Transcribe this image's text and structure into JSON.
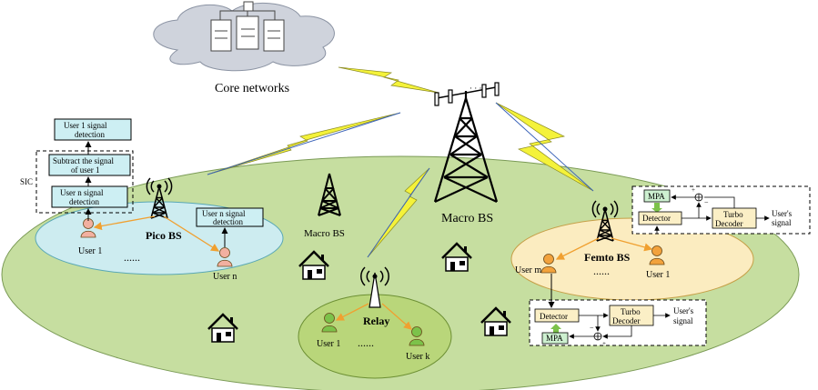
{
  "labels": {
    "core_networks": "Core networks",
    "macro_bs_main": "Macro BS",
    "macro_bs_small": "Macro BS",
    "pico_bs": "Pico BS",
    "femto_bs": "Femto BS",
    "relay": "Relay",
    "sic": "SIC",
    "pico_user_1": "User 1",
    "pico_user_n": "User n",
    "relay_user_1": "User 1",
    "relay_user_k": "User k",
    "femto_user_m": "User m",
    "femto_user_1": "User 1",
    "dots": "......",
    "antenna_dots": "· · ·"
  },
  "sic_boxes": {
    "user1_detect_l1": "User 1 signal",
    "user1_detect_l2": "detection",
    "subtract_l1": "Subtract the signal",
    "subtract_l2": "of user 1",
    "usern_detect_l1": "User n signal",
    "usern_detect_l2": "detection",
    "pico_usern_l1": "User n signal",
    "pico_usern_l2": "detection"
  },
  "receiver_top": {
    "mpa": "MPA",
    "detector": "Detector",
    "turbo_l1": "Turbo",
    "turbo_l2": "Decoder",
    "output_l1": "User's",
    "output_l2": "signal",
    "minus": "−",
    "plus": "+"
  },
  "receiver_bottom": {
    "mpa": "MPA",
    "detector": "Detector",
    "turbo_l1": "Turbo",
    "turbo_l2": "Decoder",
    "output_l1": "User's",
    "output_l2": "signal",
    "minus": "−",
    "plus": "+"
  },
  "colors": {
    "ground": "#c6dea0",
    "ground_stroke": "#7a9a55",
    "pico_cell": "#cdecf0",
    "femto_cell": "#fbecc0",
    "relay_cell": "#b9d67a",
    "cloud": "#cfd3dc",
    "signal_box": "#cdeff3",
    "block": "#fbefc6",
    "mpa": "#cdf0d0",
    "bolt": "#f4f23a",
    "user_orange": "#f2a23c",
    "user_green": "#7cc24a",
    "user_pink": "#f2b0a0",
    "link_orange": "#f0a030"
  }
}
